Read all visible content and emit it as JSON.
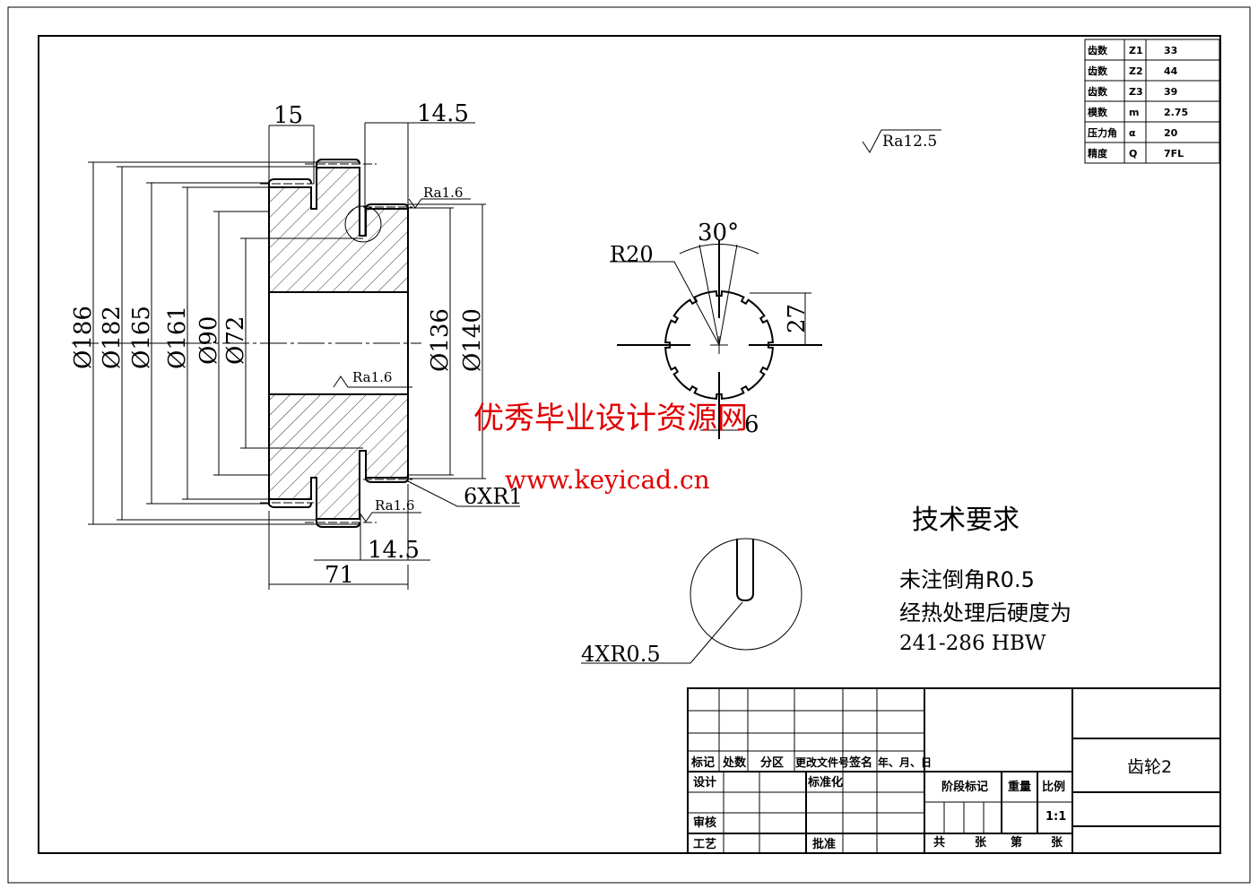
{
  "gear_table": {
    "rows": [
      {
        "name": "齿数",
        "symbol": "Z1",
        "value": "33"
      },
      {
        "name": "齿数",
        "symbol": "Z2",
        "value": "44"
      },
      {
        "name": "齿数",
        "symbol": "Z3",
        "value": "39"
      },
      {
        "name": "模数",
        "symbol": "m",
        "value": "2.75"
      },
      {
        "name": "压力角",
        "symbol": "α",
        "value": "20"
      },
      {
        "name": "精度",
        "symbol": "Q",
        "value": "7FL"
      }
    ]
  },
  "roughness_general": "Ra12.5",
  "section_view": {
    "dim_top_left": "15",
    "dim_top_right": "14.5",
    "dim_bottom_right": "14.5",
    "dim_width": "71",
    "diameters_left": [
      "Ø186",
      "Ø182",
      "Ø165",
      "Ø161",
      "Ø90",
      "Ø72"
    ],
    "diameters_right": [
      "Ø136",
      "Ø140"
    ],
    "roughness": [
      "Ra1.6",
      "Ra1.6",
      "Ra1.6"
    ],
    "fillet_note": "6XR1"
  },
  "spline_view": {
    "radius": "R20",
    "angle": "30°",
    "dim_height": "27",
    "dim_width": "6"
  },
  "detail_view": {
    "note": "4XR0.5"
  },
  "watermark": {
    "line1": "优秀毕业设计资源网",
    "line2": "www.keyicad.cn",
    "color": "#e00000"
  },
  "tech_requirements": {
    "title": "技术要求",
    "lines": [
      "未注倒角R0.5",
      "经热处理后硬度为",
      "241-286 HBW"
    ]
  },
  "title_block": {
    "headers": [
      "标记",
      "处数",
      "分区",
      "更改文件号",
      "签名",
      "年、月、日"
    ],
    "design": "设计",
    "standard": "标准化",
    "review": "审核",
    "process": "工艺",
    "approve": "批准",
    "stage": "阶段标记",
    "weight": "重量",
    "scale_label": "比例",
    "scale": "1:1",
    "total": "共",
    "sheets": "张",
    "sheet_no": "第",
    "sheet2": "张",
    "part_name": "齿轮2"
  }
}
